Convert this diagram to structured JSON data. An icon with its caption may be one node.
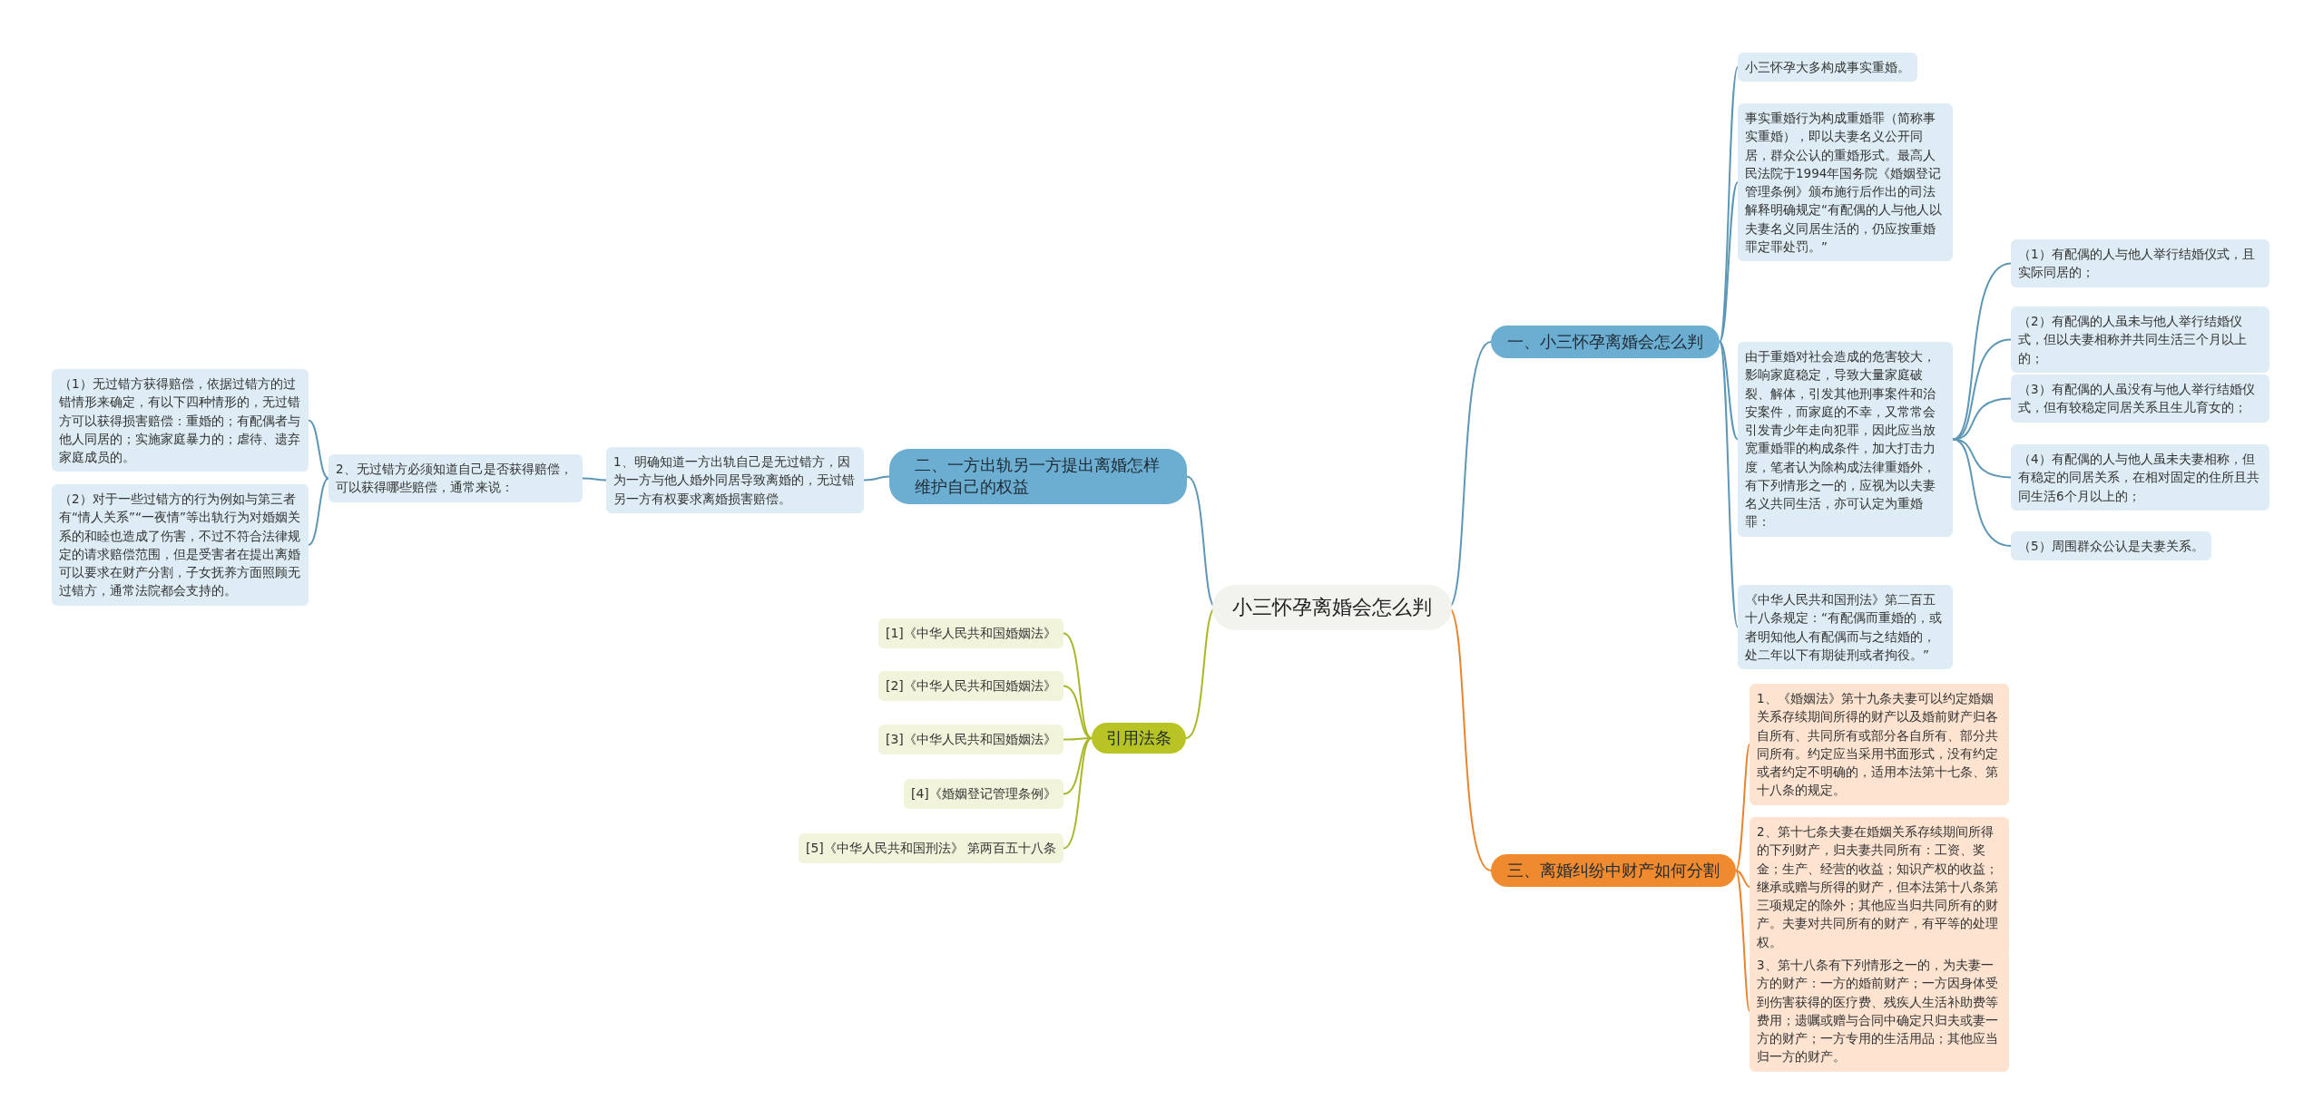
{
  "diagram": {
    "nodes": [
      {
        "text": [
          "小三怀孕离婚会怎么判"
        ]
      },
      {
        "text": [
          "一、小三怀孕离婚会怎么判"
        ]
      },
      {
        "text": [
          "小三怀孕大多构成事实重婚。"
        ]
      },
      {
        "text": [
          "事实重婚行为构成重婚罪（简称事实重婚），即以夫妻名义公开同居，群众公认的重婚形式。最高人民法院于1994年国务院《婚姻登记管理条例》颁布施行后作出的司法解释明确规定“有配偶的人与他人以夫妻名义同居生活的，仍应按重婚罪定罪处罚。”"
        ]
      },
      {
        "text": [
          "由于重婚对社会造成的危害较大，影响家庭稳定，导致大量家庭破裂、解体，引发其他刑事案件和治安案件，而家庭的不幸，又常常会引发青少年走向犯罪，因此应当放宽重婚罪的构成条件，加大打击力度，笔者认为除构成法律重婚外，有下列情形之一的，应视为以夫妻名义共同生活，亦可认定为重婚罪："
        ]
      },
      {
        "text": [
          "（1）有配偶的人与他人举行结婚仪式，且实际同居的；"
        ]
      },
      {
        "text": [
          "（2）有配偶的人虽未与他人举行结婚仪式，但以夫妻相称并共同生活三个月以上的；"
        ]
      },
      {
        "text": [
          "（3）有配偶的人虽没有与他人举行结婚仪式，但有较稳定同居关系且生儿育女的；"
        ]
      },
      {
        "text": [
          "（4）有配偶的人与他人虽未夫妻相称，但有稳定的同居关系，在相对固定的住所且共同生活6个月以上的；"
        ]
      },
      {
        "text": [
          "（5）周围群众公认是夫妻关系。"
        ]
      },
      {
        "text": [
          "《中华人民共和国刑法》第二百五十八条规定：“有配偶而重婚的，或者明知他人有配偶而与之结婚的，处二年以下有期徒刑或者拘役。”"
        ]
      },
      {
        "text": [
          "三、离婚纠纷中财产如何分割"
        ]
      },
      {
        "text": [
          "1、《婚姻法》第十九条夫妻可以约定婚姻关系存续期间所得的财产以及婚前财产归各自所有、共同所有或部分各自所有、部分共同所有。约定应当采用书面形式，没有约定或者约定不明确的，适用本法第十七条、第十八条的规定。"
        ]
      },
      {
        "text": [
          "2、第十七条夫妻在婚姻关系存续期间所得的下列财产，归夫妻共同所有：工资、奖金；生产、经营的收益；知识产权的收益；继承或赠与所得的财产，但本法第十八条第三项规定的除外；其他应当归共同所有的财产。夫妻对共同所有的财产，有平等的处理权。"
        ]
      },
      {
        "text": [
          "3、第十八条有下列情形之一的，为夫妻一方的财产：一方的婚前财产；一方因身体受到伤害获得的医疗费、残疾人生活补助费等费用；遗嘱或赠与合同中确定只归夫或妻一方的财产；一方专用的生活用品；其他应当归一方的财产。"
        ]
      },
      {
        "text": [
          "二、一方出轨另一方提出离婚怎样维护自己的权益"
        ]
      },
      {
        "text": [
          "1、明确知道一方出轨自己是无过错方，因为一方与他人婚外同居导致离婚的，无过错另一方有权要求离婚损害赔偿。"
        ]
      },
      {
        "text": [
          "2、无过错方必须知道自己是否获得赔偿，可以获得哪些赔偿，通常来说："
        ]
      },
      {
        "text": [
          "（1）无过错方获得赔偿，依据过错方的过错情形来确定，有以下四种情形的，无过错方可以获得损害赔偿：重婚的；有配偶者与他人同居的；实施家庭暴力的；虐待、遗弃家庭成员的。"
        ]
      },
      {
        "text": [
          "（2）对于一些过错方的行为例如与第三者有“情人关系”“一夜情”等出轨行为对婚姻关系的和睦也造成了伤害，不过不符合法律规定的请求赔偿范围，但是受害者在提出离婚可以要求在财产分割，子女抚养方面照顾无过错方，通常法院都会支持的。"
        ]
      },
      {
        "text": [
          "引用法条"
        ]
      },
      {
        "text": [
          "[1]《中华人民共和国婚姻法》"
        ]
      },
      {
        "text": [
          "[2]《中华人民共和国婚姻法》"
        ]
      },
      {
        "text": [
          "[3]《中华人民共和国婚姻法》"
        ]
      },
      {
        "text": [
          "[4]《婚姻登记管理条例》"
        ]
      },
      {
        "text": [
          "[5]《中华人民共和国刑法》 第两百五十八条"
        ]
      }
    ],
    "edges": [
      {
        "from": 0,
        "to": 1,
        "arrow": "none"
      },
      {
        "from": 1,
        "to": 2,
        "arrow": "none"
      },
      {
        "from": 1,
        "to": 3,
        "arrow": "none"
      },
      {
        "from": 1,
        "to": 4,
        "arrow": "none"
      },
      {
        "from": 4,
        "to": 5,
        "arrow": "none"
      },
      {
        "from": 4,
        "to": 6,
        "arrow": "none"
      },
      {
        "from": 4,
        "to": 7,
        "arrow": "none"
      },
      {
        "from": 4,
        "to": 8,
        "arrow": "none"
      },
      {
        "from": 4,
        "to": 9,
        "arrow": "none"
      },
      {
        "from": 1,
        "to": 10,
        "arrow": "none"
      },
      {
        "from": 0,
        "to": 11,
        "arrow": "none",
        "color": "#e8842c"
      },
      {
        "from": 11,
        "to": 12,
        "arrow": "none",
        "color": "#e8842c"
      },
      {
        "from": 11,
        "to": 13,
        "arrow": "none",
        "color": "#e8842c"
      },
      {
        "from": 11,
        "to": 14,
        "arrow": "none",
        "color": "#e8842c"
      },
      {
        "from": 0,
        "to": 15,
        "arrow": "none"
      },
      {
        "from": 15,
        "to": 16,
        "arrow": "none"
      },
      {
        "from": 16,
        "to": 17,
        "arrow": "none"
      },
      {
        "from": 17,
        "to": 18,
        "arrow": "none"
      },
      {
        "from": 17,
        "to": 19,
        "arrow": "none"
      },
      {
        "from": 0,
        "to": 20,
        "arrow": "none",
        "color": "#a9b82a"
      },
      {
        "from": 20,
        "to": 21,
        "arrow": "none",
        "color": "#a9b82a"
      },
      {
        "from": 20,
        "to": 22,
        "arrow": "none",
        "color": "#a9b82a"
      },
      {
        "from": 20,
        "to": 23,
        "arrow": "none",
        "color": "#a9b82a"
      },
      {
        "from": 20,
        "to": 24,
        "arrow": "none",
        "color": "#a9b82a"
      },
      {
        "from": 20,
        "to": 25,
        "arrow": "none",
        "color": "#a9b82a"
      }
    ]
  }
}
